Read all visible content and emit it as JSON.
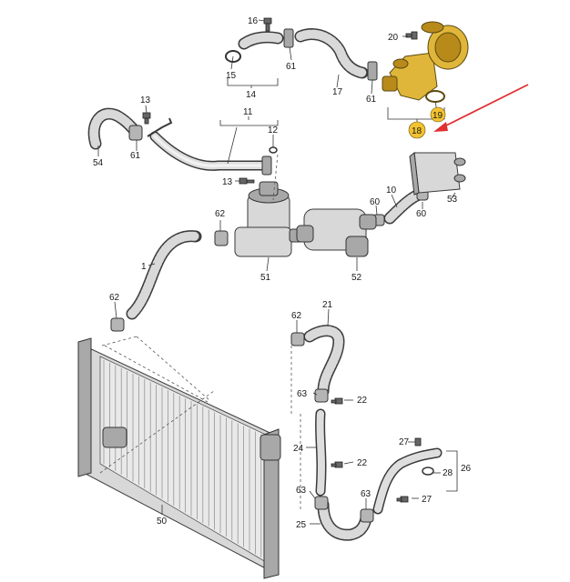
{
  "labels": {
    "p1": "1",
    "p10": "10",
    "p11": "11",
    "p12": "12",
    "p13a": "13",
    "p13b": "13",
    "p14": "14",
    "p15": "15",
    "p16": "16",
    "p17": "17",
    "p18": "18",
    "p19": "19",
    "p20": "20",
    "p21": "21",
    "p22a": "22",
    "p22b": "22",
    "p24": "24",
    "p25": "25",
    "p26": "26",
    "p27": "27",
    "p28": "28",
    "p50": "50",
    "p51": "51",
    "p52": "52",
    "p53": "53",
    "p54": "54",
    "p60a": "60",
    "p60b": "60",
    "p61a": "61",
    "p61b": "61",
    "p61c": "61",
    "p62a": "62",
    "p62b": "62",
    "p62c": "62",
    "p63a": "63",
    "p63b": "63",
    "p63c": "63"
  },
  "colors": {
    "highlight_part": "#e0b63a",
    "highlight_badge": "#f2c230",
    "arrow": "#e03030"
  }
}
